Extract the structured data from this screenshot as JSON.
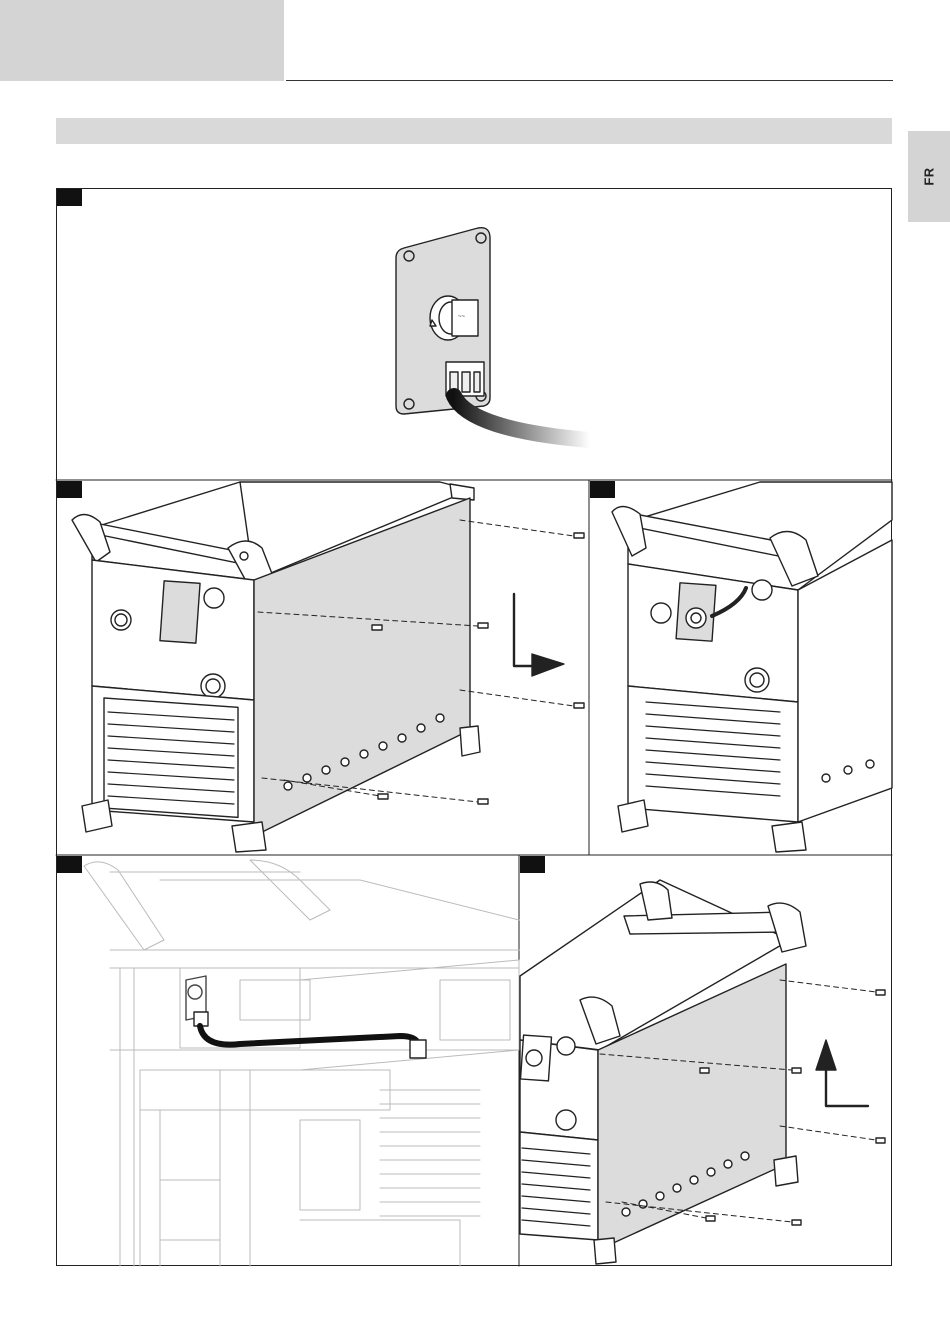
{
  "language_tab": "FR",
  "colors": {
    "header": "#d4d4d4",
    "section_bar": "#d9d9d9",
    "line": "#222222",
    "panel_fill": "#dcdcdc"
  },
  "steps": [
    {
      "panel": "socket-plate-detail"
    },
    {
      "panel": "remove-side-cover"
    },
    {
      "panel": "mount-socket-plate"
    },
    {
      "panel": "connect-cable-inside"
    },
    {
      "panel": "refit-side-cover"
    }
  ]
}
